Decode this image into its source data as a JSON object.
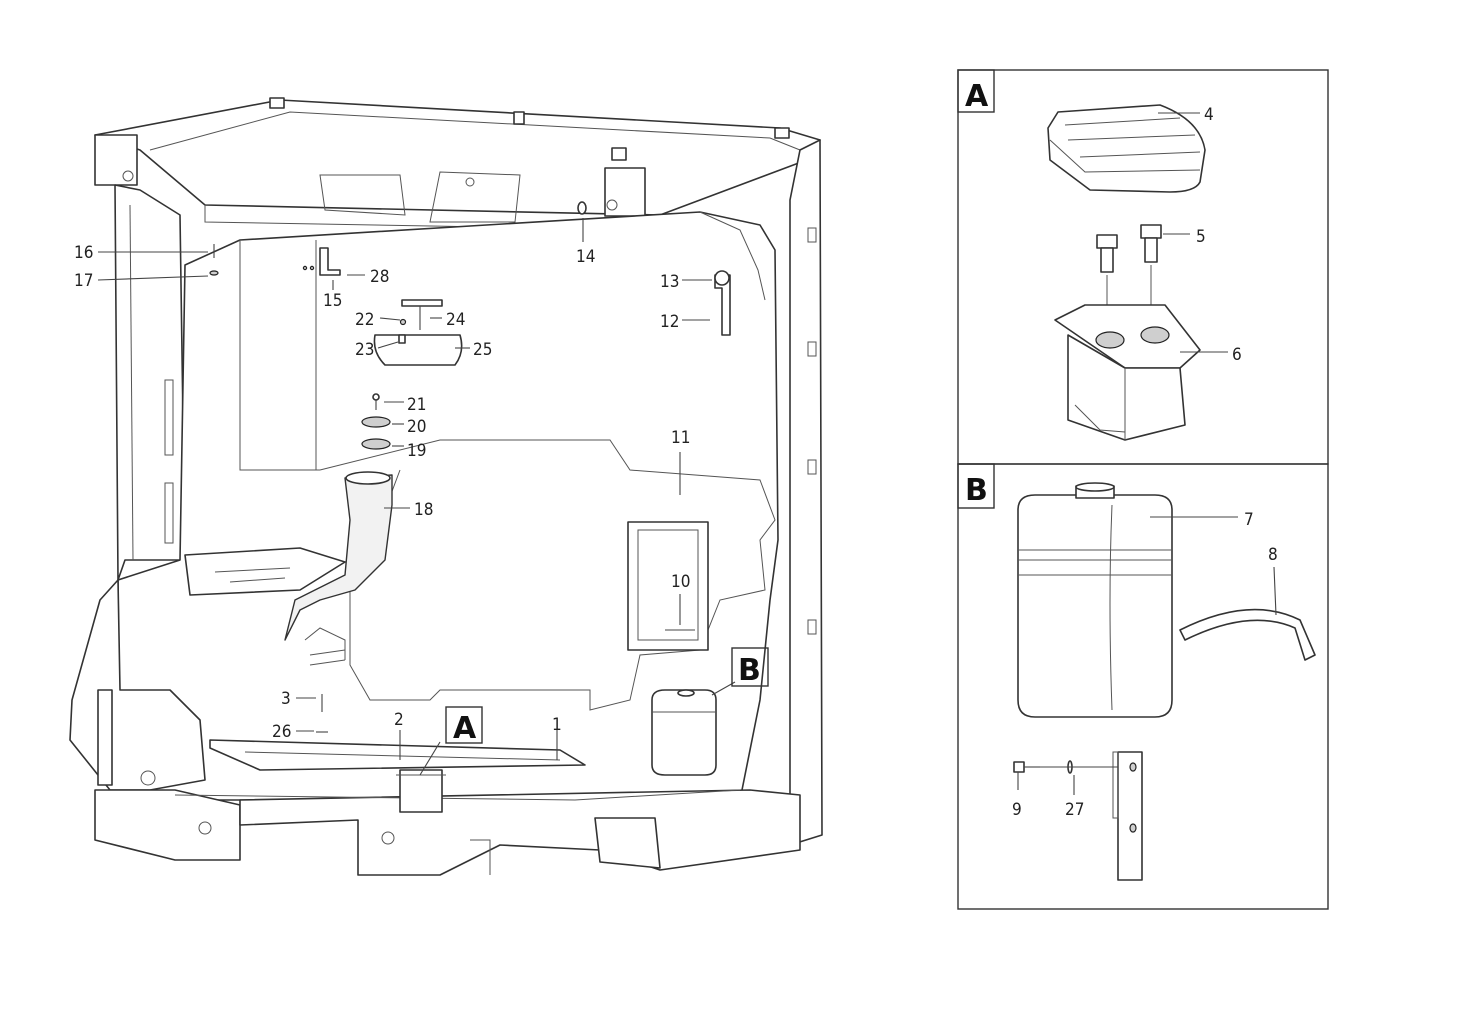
{
  "callouts": {
    "n1": "1",
    "n2": "2",
    "n3": "3",
    "n4": "4",
    "n5": "5",
    "n6": "6",
    "n7": "7",
    "n8": "8",
    "n9": "9",
    "n10": "10",
    "n11": "11",
    "n12": "12",
    "n13": "13",
    "n14": "14",
    "n15": "15",
    "n16": "16",
    "n17": "17",
    "n18": "18",
    "n19": "19",
    "n20": "20",
    "n21": "21",
    "n22": "22",
    "n23": "23",
    "n24": "24",
    "n25": "25",
    "n26": "26",
    "n27": "27",
    "n28": "28"
  },
  "detail_tags": {
    "a": "A",
    "b": "B"
  },
  "colors": {
    "line": "#333333",
    "background": "#ffffff"
  }
}
